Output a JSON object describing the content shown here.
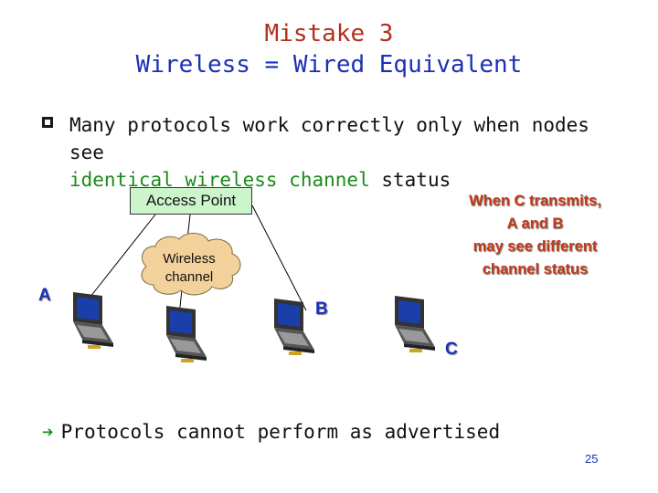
{
  "slide": {
    "title_line1": "Mistake 3",
    "title_line2": "Wireless = Wired Equivalent",
    "bullet": {
      "text_part1": "Many protocols work correctly only when nodes see",
      "text_part2_green": "identical wireless channel",
      "text_part3": " status"
    },
    "diagram": {
      "access_point_label": "Access Point",
      "cloud_label_line1": "Wireless",
      "cloud_label_line2": "channel",
      "callout_line1": "When C transmits,",
      "callout_line2": "A and B",
      "callout_line3": "may see different",
      "callout_line4": "channel status",
      "nodes": {
        "a": "A",
        "b": "B",
        "c": "C"
      }
    },
    "conclusion": {
      "arrow_icon": "right-arrow-icon",
      "text": "Protocols cannot perform as advertised"
    },
    "page_number": "25"
  },
  "colors": {
    "title_red": "#b0301c",
    "title_blue": "#1d2fb8",
    "green_text": "#1a8a1a",
    "callout_red": "#c33a1a",
    "access_point_fill": "#ccf5cc",
    "cloud_fill": "#f2d29a"
  }
}
